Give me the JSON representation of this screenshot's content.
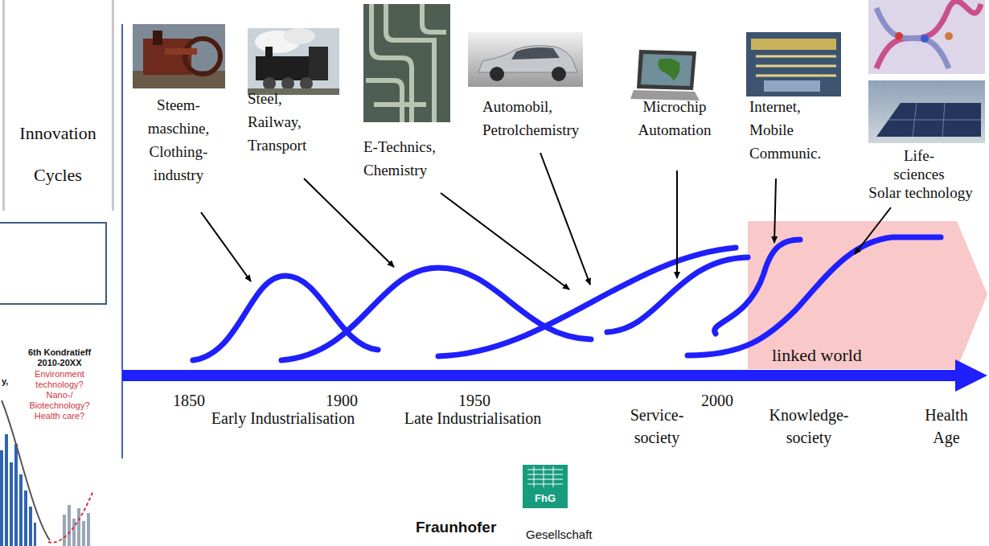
{
  "diagram": {
    "title": "Innovation Cycles",
    "nodes": [
      {
        "text": [
          "linked world"
        ]
      }
    ],
    "labels": [
      "Steem- maschine, Clothing- industry",
      "Steel, Railway, Transport",
      "E-Technics, Chemistry",
      "Automobil, Petrolchemistry",
      "Microchip Automation",
      "Internet, Mobile Communic.",
      "Life- sciences",
      "Solar technology",
      "1850",
      "1900",
      "1950",
      "2000",
      "Early Industrialisation",
      "Late Industrialisation",
      "Service- society",
      "Knowledge- society",
      "Health Age",
      "FhG",
      "Fraunhofer",
      "Gesellschaft",
      "y,",
      "6th Kondratieff",
      "2010-20XX",
      "Environment technology?",
      "Nano-/ Biotechnology?",
      "Health care?"
    ]
  }
}
